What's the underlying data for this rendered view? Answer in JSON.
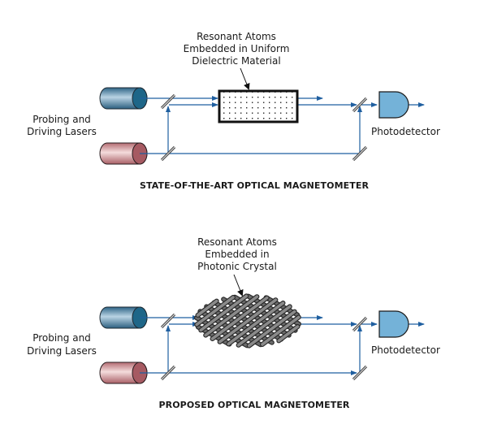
{
  "colors": {
    "beam": "#1f5fa0",
    "probe_laser": "#2f6f95",
    "drive_laser": "#b86a70",
    "photodetector": "#74b2d8",
    "crystal": "#5a5a5a",
    "text": "#1a1a1a"
  },
  "top_diagram": {
    "title": "STATE-OF-THE-ART OPTICAL MAGNETOMETER",
    "sample_label": [
      "Resonant Atoms",
      "Embedded in Uniform",
      "Dielectric Material"
    ],
    "laser_label": [
      "Probing and",
      "Driving Lasers"
    ],
    "detector_label": "Photodetector"
  },
  "bottom_diagram": {
    "title": "PROPOSED OPTICAL MAGNETOMETER",
    "sample_label": [
      "Resonant Atoms",
      "Embedded in",
      "Photonic Crystal"
    ],
    "laser_label": [
      "Probing and",
      "Driving Lasers"
    ],
    "detector_label": "Photodetector"
  },
  "icons": {
    "probe_laser": "cylinder-laser-icon",
    "drive_laser": "cylinder-laser-icon",
    "mirror": "beam-splitter-icon",
    "sample": "dielectric-cell-icon",
    "crystal": "photonic-crystal-icon",
    "detector": "photodetector-icon"
  }
}
